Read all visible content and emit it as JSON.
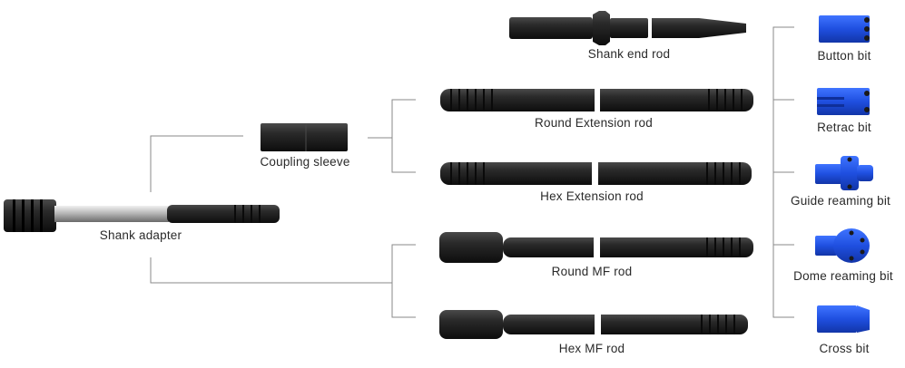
{
  "components": {
    "shank_end_rod": "Shank end rod",
    "round_extension_rod": "Round Extension rod",
    "coupling_sleeve": "Coupling sleeve",
    "hex_extension_rod": "Hex Extension rod",
    "shank_adapter": "Shank adapter",
    "round_mf_rod": "Round MF rod",
    "hex_mf_rod": "Hex MF rod"
  },
  "bits": {
    "button_bit": "Button bit",
    "retrac_bit": "Retrac bit",
    "guide_reaming_bit": "Guide reaming bit",
    "dome_reaming_bit": "Dome reaming bit",
    "cross_bit": "Cross bit"
  },
  "colors": {
    "steel": "#1d1d1d",
    "bit_blue": "#1f4fe0",
    "connector": "#8a8a8a"
  }
}
